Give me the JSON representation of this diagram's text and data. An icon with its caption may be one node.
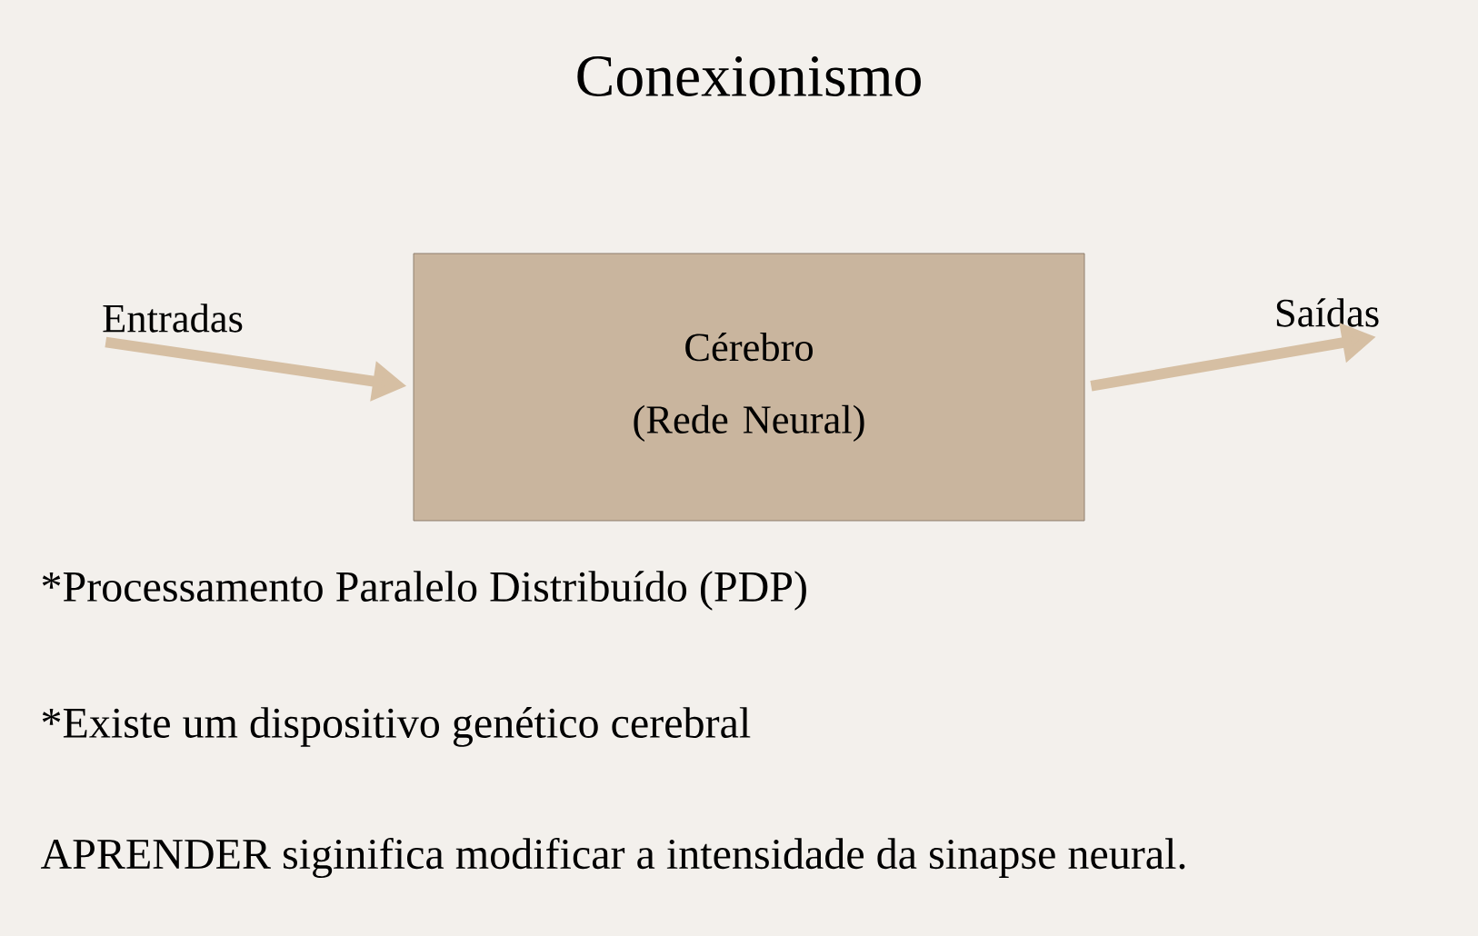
{
  "diagram": {
    "title": "Conexionismo",
    "nodes": [
      {
        "text": [
          "Cérebro (Rede Neural)"
        ]
      },
      {
        "text": [
          "Entradas"
        ]
      },
      {
        "text": [
          "Saídas"
        ]
      }
    ],
    "edges": [
      {
        "from": 1,
        "to": 0,
        "arrow": "to"
      },
      {
        "from": 0,
        "to": 2,
        "arrow": "to"
      }
    ],
    "labels": [
      "*Processamento Paralelo Distribuído (PDP)",
      "*Existe um dispositivo genético cerebral",
      "APRENDER siginifica modificar a intensidade da sinapse neural."
    ]
  }
}
